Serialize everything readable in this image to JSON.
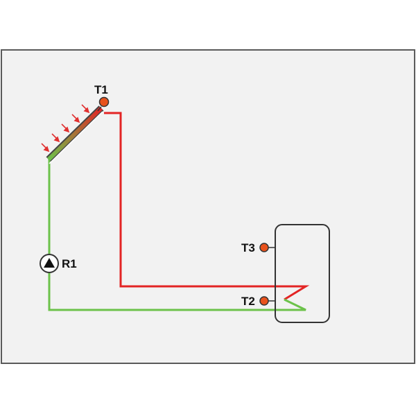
{
  "labels": {
    "sensor_collector": "T1",
    "pump": "R1",
    "sensor_tank_top": "T3",
    "sensor_tank_bottom": "T2"
  },
  "colors": {
    "background": "#f2f2f2",
    "frame": "#5a5a5a",
    "hot_line": "#e32424",
    "cold_line": "#6cc24a",
    "sensor": "#e8521c",
    "tank_outline": "#333333",
    "sun_arrows": "#e03030"
  },
  "icons": {
    "pump": "pump-triangle-icon",
    "sensor": "sensor-dot-icon",
    "sun_rays": "sun-ray-arrow-icon"
  }
}
